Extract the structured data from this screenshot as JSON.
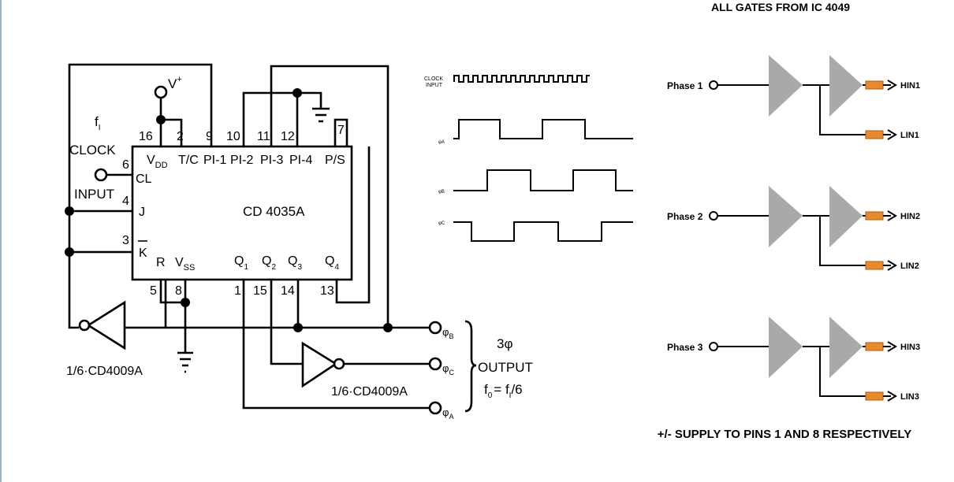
{
  "header": {
    "title": "ALL GATES FROM IC 4049"
  },
  "footer": {
    "note": "+/- SUPPLY TO PINS 1 AND 8 RESPECTIVELY"
  },
  "ic": {
    "name": "CD 4035A",
    "pins_top": [
      "16",
      "2",
      "9",
      "10",
      "11",
      "12",
      "7"
    ],
    "pins_top_labels": [
      "V",
      "DD",
      "T/C",
      "PI-1",
      "PI-2",
      "PI-3",
      "PI-4",
      "P/S"
    ],
    "pins_left": [
      "6",
      "4",
      "3"
    ],
    "pins_left_labels": [
      "CL",
      "J",
      "K"
    ],
    "pins_bottom": [
      "5",
      "8",
      "1",
      "15",
      "14",
      "13"
    ],
    "pins_bottom_labels": [
      "R",
      "V",
      "SS",
      "Q",
      "1",
      "Q",
      "2",
      "Q",
      "3",
      "Q",
      "4"
    ],
    "supply": "V",
    "supply_sup": "+"
  },
  "clock_label": {
    "f": "f",
    "sub": "I",
    "line1": "CLOCK",
    "line2": "INPUT"
  },
  "inverter_labels": [
    "1/6·CD4009A",
    "1/6·CD4009A"
  ],
  "outputs": {
    "phases": [
      "φ",
      "B",
      "φ",
      "C",
      "φ",
      "A"
    ],
    "title1": "3φ",
    "title2": "OUTPUT",
    "freq": "f",
    "freq_sub": "0",
    "freq_eq": "= f",
    "freq_sub2": "I",
    "freq_div": "/6"
  },
  "timing": {
    "clock_line1": "CLOCK",
    "clock_line2": "INPUT",
    "phase_a": "φA",
    "phase_b": "φB",
    "phase_c": "φC"
  },
  "driver": {
    "phases": [
      "Phase 1",
      "Phase 2",
      "Phase 3"
    ],
    "high_outputs": [
      "HIN1",
      "HIN2",
      "HIN3"
    ],
    "low_outputs": [
      "LIN1",
      "LIN2",
      "LIN3"
    ]
  },
  "colors": {
    "line": "#000000",
    "gate": "#a9a9a9",
    "resistor": "#e8892b",
    "watermark": "#e0451f"
  }
}
